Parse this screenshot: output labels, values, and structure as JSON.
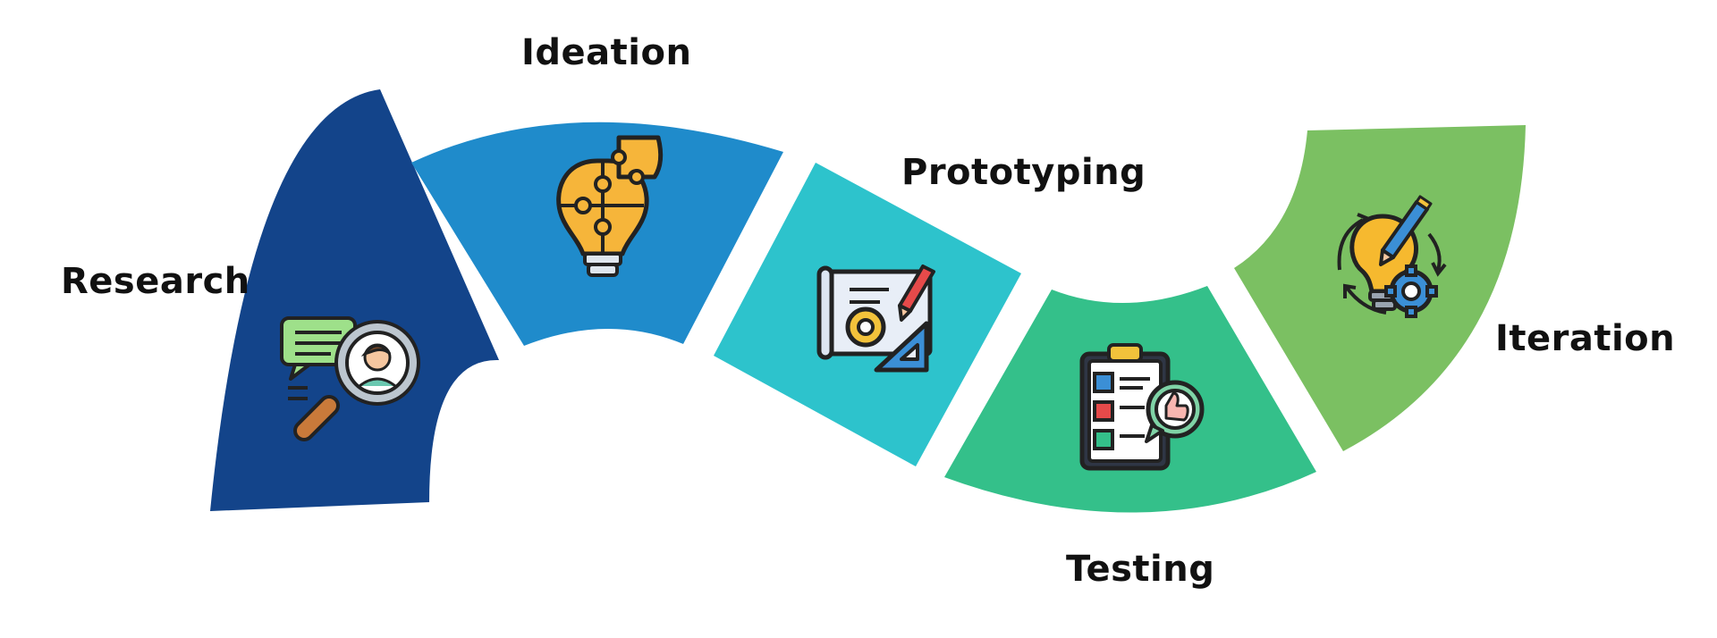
{
  "steps": [
    {
      "id": "research",
      "label": "Research",
      "color": "#13448a",
      "icon": "research-magnifier-chat-icon"
    },
    {
      "id": "ideation",
      "label": "Ideation",
      "color": "#1f8bcb",
      "icon": "puzzle-lightbulb-icon"
    },
    {
      "id": "prototyping",
      "label": "Prototyping",
      "color": "#2dc3cc",
      "icon": "blueprint-tools-icon"
    },
    {
      "id": "testing",
      "label": "Testing",
      "color": "#34c08a",
      "icon": "checklist-thumbs-up-icon"
    },
    {
      "id": "iteration",
      "label": "Iteration",
      "color": "#7bc062",
      "icon": "lightbulb-gear-cycle-icon"
    }
  ]
}
